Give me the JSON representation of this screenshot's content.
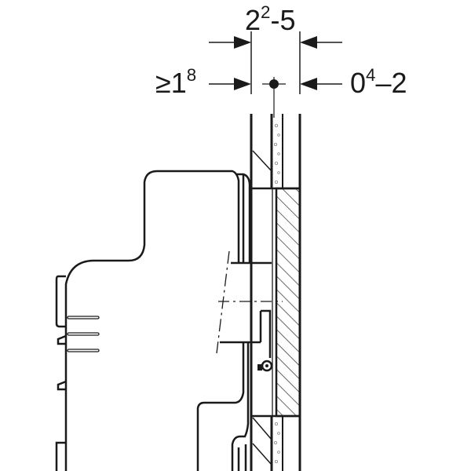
{
  "diagram": {
    "type": "technical-installation-section",
    "colors": {
      "line": "#1a1a1a",
      "background": "#ffffff",
      "insulation_dots": "#888888"
    },
    "dimensions": {
      "top": {
        "base": "2",
        "sup": "2",
        "tail": "-5"
      },
      "left": {
        "base": "≥1",
        "sup": "8",
        "tail": ""
      },
      "right": {
        "base": "0",
        "sup": "4",
        "tail": "–2"
      }
    },
    "components": [
      "installation-frame",
      "wall-panel-left",
      "insulation-layer",
      "wall-panel-right",
      "hatched-actuator-plate",
      "mounting-bracket",
      "center-axis-line",
      "reference-point"
    ]
  }
}
